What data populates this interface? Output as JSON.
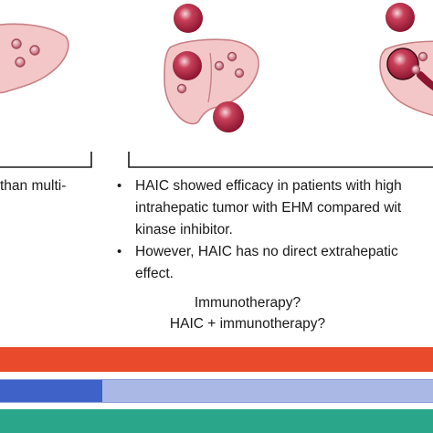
{
  "left_panel": {
    "text_fragment": "than multi-"
  },
  "middle_panel": {
    "bullets": [
      {
        "lines": [
          "HAIC showed efficacy in patients with high",
          "intrahepatic tumor with EHM compared wit",
          "kinase inhibitor."
        ]
      },
      {
        "lines": [
          "However, HAIC has no direct extrahepatic",
          "effect."
        ]
      }
    ],
    "question_1": "Immunotherapy?",
    "question_2": "HAIC + immunotherapy?"
  },
  "bands": {
    "red": "#e84a2b",
    "blue_dark": "#3f62c9",
    "blue_light": "#aab8e6",
    "teal": "#2aa68a"
  },
  "colors": {
    "liver_fill": "#f3c7c7",
    "liver_stroke": "#c87f86",
    "tumor_dark": "#9d1b36",
    "tumor_mid": "#c9405a"
  }
}
